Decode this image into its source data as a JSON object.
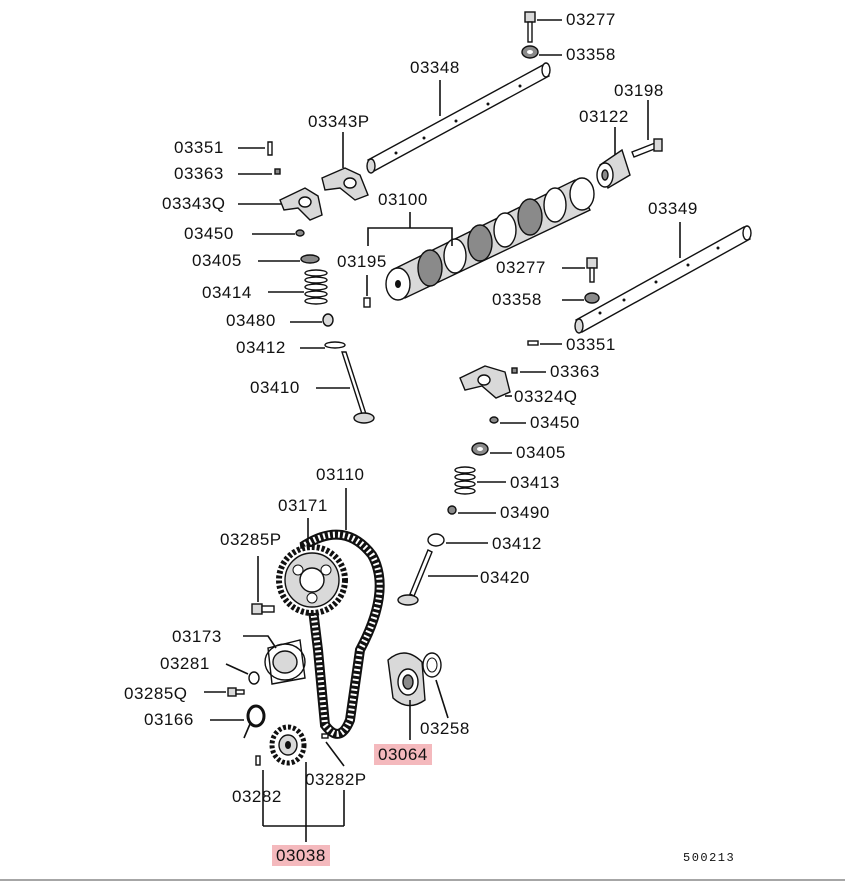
{
  "diagram_code": "500213",
  "highlight_color": "#f4b9bd",
  "labels": {
    "p03277a": "03277",
    "p03358a": "03358",
    "p03348": "03348",
    "p03198": "03198",
    "p03122": "03122",
    "p03343P": "03343P",
    "p03351a": "03351",
    "p03363a": "03363",
    "p03343Q": "03343Q",
    "p03100": "03100",
    "p03349": "03349",
    "p03450a": "03450",
    "p03405a": "03405",
    "p03195": "03195",
    "p03277b": "03277",
    "p03414": "03414",
    "p03358b": "03358",
    "p03480": "03480",
    "p03351b": "03351",
    "p03412a": "03412",
    "p03363b": "03363",
    "p03410": "03410",
    "p03324Q": "03324Q",
    "p03450b": "03450",
    "p03405b": "03405",
    "p03110": "03110",
    "p03413": "03413",
    "p03171": "03171",
    "p03490": "03490",
    "p03285P": "03285P",
    "p03412b": "03412",
    "p03420": "03420",
    "p03173": "03173",
    "p03281": "03281",
    "p03285Q": "03285Q",
    "p03258": "03258",
    "p03166": "03166",
    "p03064": "03064",
    "p03282": "03282",
    "p03282P": "03282P",
    "p03038": "03038"
  }
}
